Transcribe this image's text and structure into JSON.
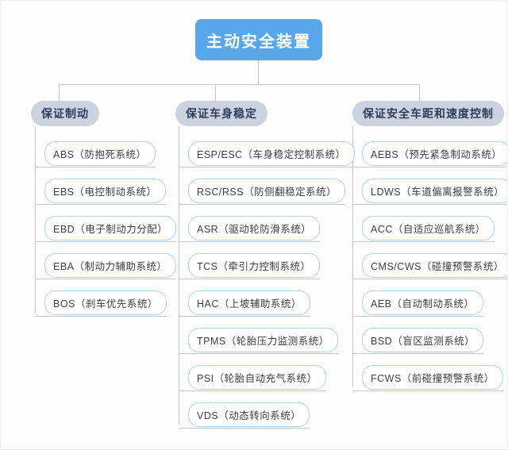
{
  "diagram": {
    "root": {
      "label": "主动安全装置"
    },
    "branches": [
      {
        "label": "保证制动",
        "children": [
          {
            "label": "ABS（防抱死系统）"
          },
          {
            "label": "EBS（电控制动系统）"
          },
          {
            "label": "EBD（电子制动力分配）"
          },
          {
            "label": "EBA（制动力辅助系统）"
          },
          {
            "label": "BOS（刹车优先系统）"
          }
        ]
      },
      {
        "label": "保证车身稳定",
        "children": [
          {
            "label": "ESP/ESC（车身稳定控制系统）"
          },
          {
            "label": "RSC/RSS（防侧翻稳定系统）"
          },
          {
            "label": "ASR（驱动轮防滑系统）"
          },
          {
            "label": "TCS（牵引力控制系统）"
          },
          {
            "label": "HAC（上坡辅助系统）"
          },
          {
            "label": "TPMS（轮胎压力监测系统）"
          },
          {
            "label": "PSI（轮胎自动充气系统）"
          },
          {
            "label": "VDS（动态转向系统）"
          }
        ]
      },
      {
        "label": "保证安全车距和速度控制",
        "children": [
          {
            "label": "AEBS（预先紧急制动系统）"
          },
          {
            "label": "LDWS（车道偏离报警系统）"
          },
          {
            "label": "ACC（自适应巡航系统）"
          },
          {
            "label": "CMS/CWS（碰撞预警系统）"
          },
          {
            "label": "AEB（自动制动系统）"
          },
          {
            "label": "BSD（盲区监测系统）"
          },
          {
            "label": "FCWS（前碰撞预警系统）"
          }
        ]
      }
    ],
    "colors": {
      "root_bg": "#58a7e8",
      "root_text": "#ffffff",
      "branch_bg": "#ccd2df",
      "branch_text": "#2c3c59",
      "leaf_border": "#b3d1e6",
      "leaf_text": "#3d3d3d",
      "connector_line": "#c6c6c6"
    }
  }
}
